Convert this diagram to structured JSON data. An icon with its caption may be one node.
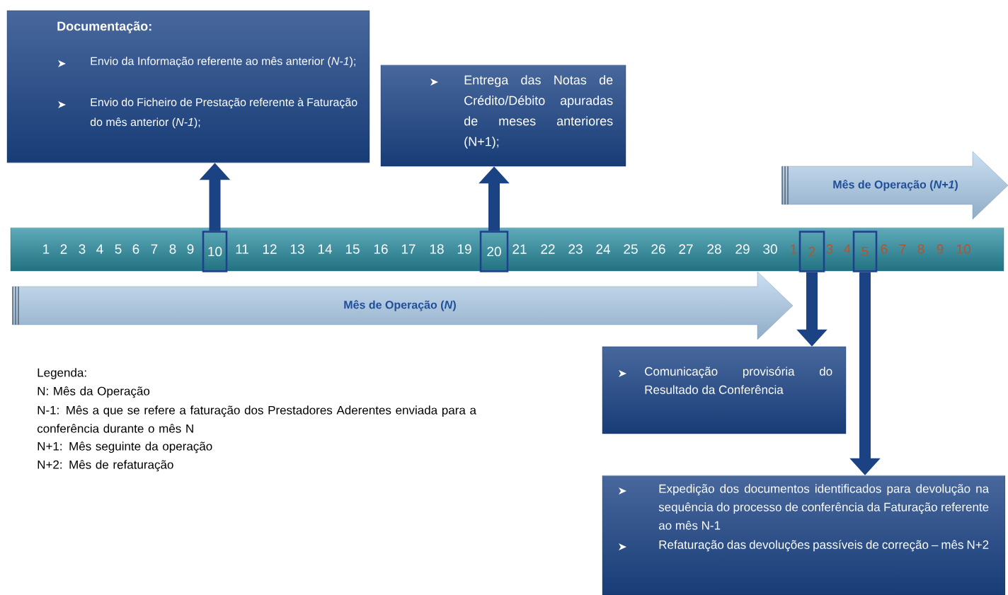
{
  "diagram": {
    "nodes": [
      {
        "text": [
          "Documentação:",
          "Envio da Informação referente ao mês anterior (*N-1*);",
          "Envio do Ficheiro de Prestação referente à Faturação do mês anterior (*N-1*);"
        ]
      },
      {
        "text": [
          "Entrega das Notas de Crédito/Débito apuradas de meses anteriores (N+1);"
        ]
      },
      {
        "text": [
          "Mês de Operação (*N+1*)"
        ]
      },
      {
        "text": [
          "1",
          "2",
          "3",
          "4",
          "5",
          "6",
          "7",
          "8",
          "9",
          "11",
          "12",
          "13",
          "14",
          "15",
          "16",
          "17",
          "18",
          "19",
          "21",
          "22",
          "23",
          "24",
          "25",
          "26",
          "27",
          "28",
          "29",
          "30",
          "1",
          "3",
          "4",
          "6",
          "7",
          "8",
          "9",
          "10"
        ]
      },
      {
        "text": [
          "10"
        ],
        "in": 3
      },
      {
        "text": [
          "20"
        ],
        "in": 3
      },
      {
        "text": [
          "2"
        ],
        "in": 3
      },
      {
        "text": [
          "5"
        ],
        "in": 3
      },
      {
        "text": [
          "Mês de Operação (*N*)"
        ]
      },
      {
        "text": [
          "Comunicação provisória do Resultado da Conferência"
        ]
      },
      {
        "text": [
          "Expedição dos documentos identificados para devolução na sequência do processo de conferência da Faturação referente ao mês N-1",
          "Refaturação das devoluções passíveis de correção – mês N+2"
        ]
      }
    ],
    "edges": [
      {
        "from": 4,
        "to": 0,
        "arrow": "to"
      },
      {
        "from": 5,
        "to": 1,
        "arrow": "to"
      },
      {
        "from": 6,
        "to": 9,
        "arrow": "to"
      },
      {
        "from": 7,
        "to": 10,
        "arrow": "to"
      }
    ],
    "labels": [
      "Legenda:",
      "N: Mês da Operação",
      "N-1: Mês a que se refere a faturação dos Prestadores Aderentes enviada para a conferência durante o mês N",
      "N+1: Mês seguinte da operação",
      "N+2: Mês de refaturação"
    ]
  }
}
